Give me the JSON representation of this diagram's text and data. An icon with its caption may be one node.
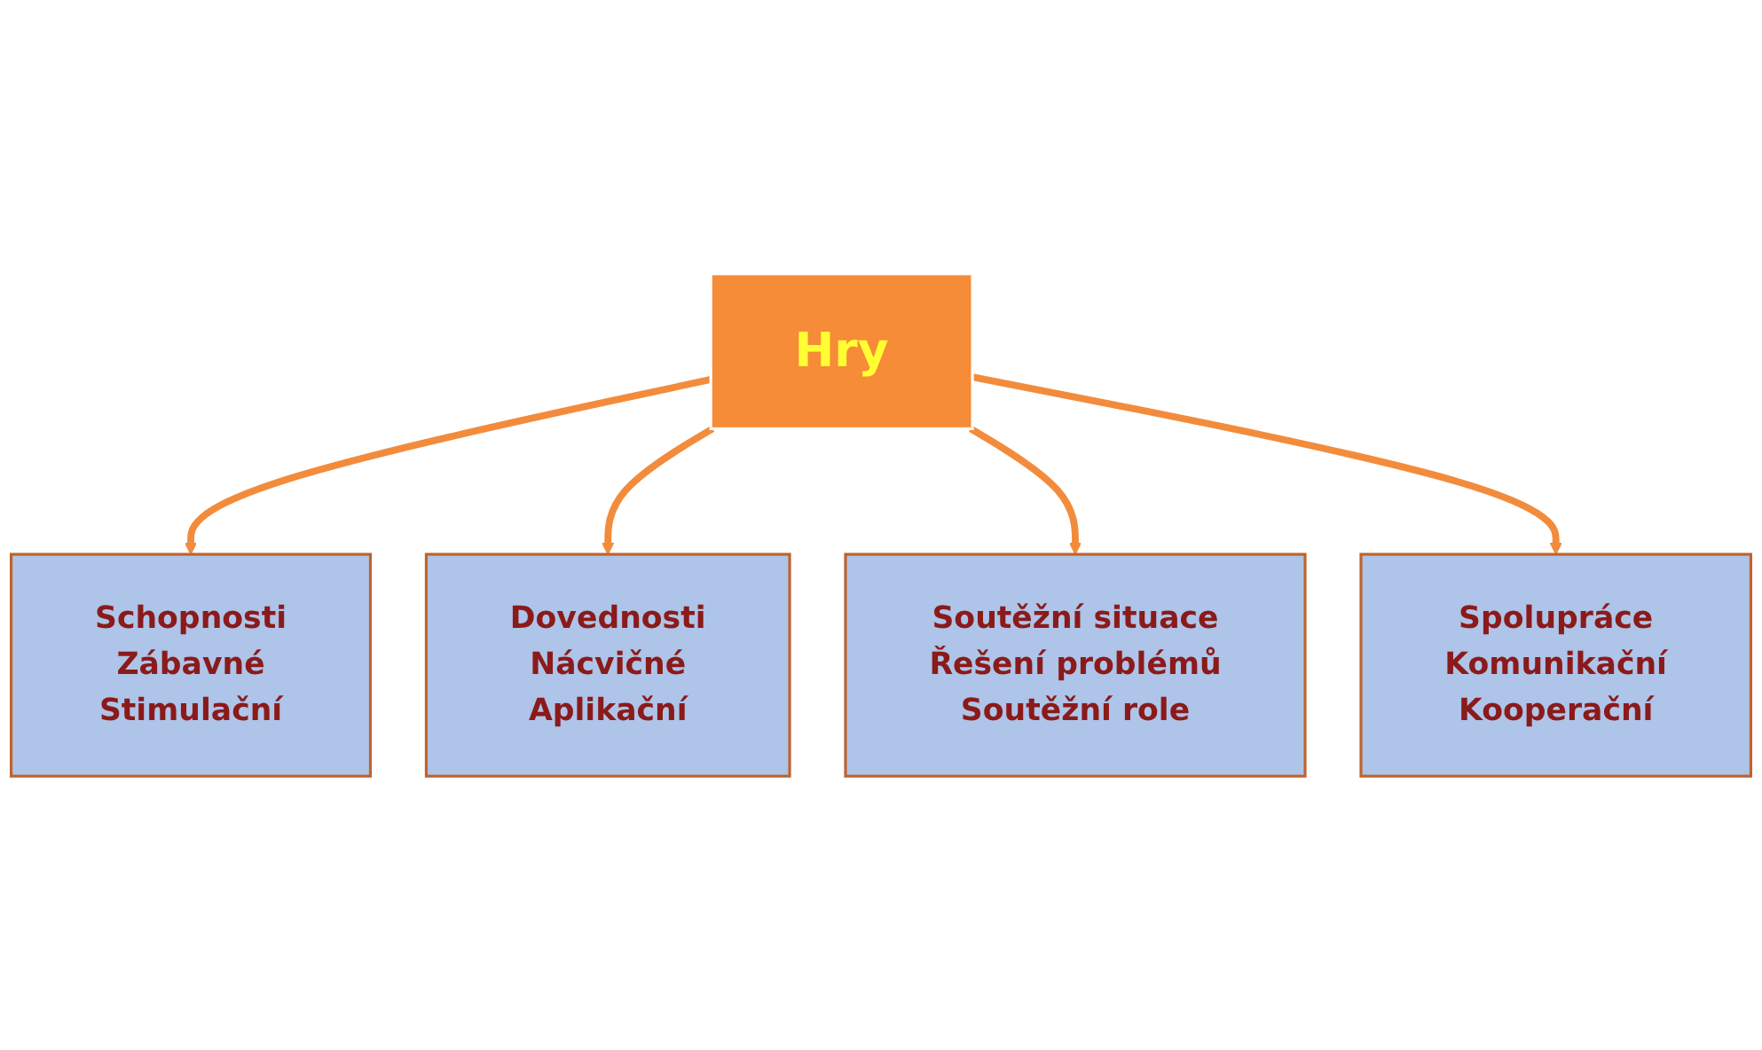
{
  "diagram": {
    "nodes": [
      {
        "text": [
          "Schopnosti",
          "Zábavné",
          "Stimulační"
        ]
      },
      {
        "text": [
          "Dovednosti",
          "Nácvičné",
          "Aplikační"
        ]
      },
      {
        "text": [
          "Hry"
        ]
      },
      {
        "text": [
          "Soutěžní situace",
          "Řešení problémů",
          "Soutěžní role"
        ]
      },
      {
        "text": [
          "Spolupráce",
          "Komunikační",
          "Kooperační"
        ]
      }
    ],
    "edges": [
      {
        "from": 2,
        "to": 0,
        "arrow": "to"
      },
      {
        "from": 2,
        "to": 1,
        "arrow": "to"
      },
      {
        "from": 2,
        "to": 3,
        "arrow": "to"
      },
      {
        "from": 2,
        "to": 4,
        "arrow": "to"
      }
    ]
  }
}
